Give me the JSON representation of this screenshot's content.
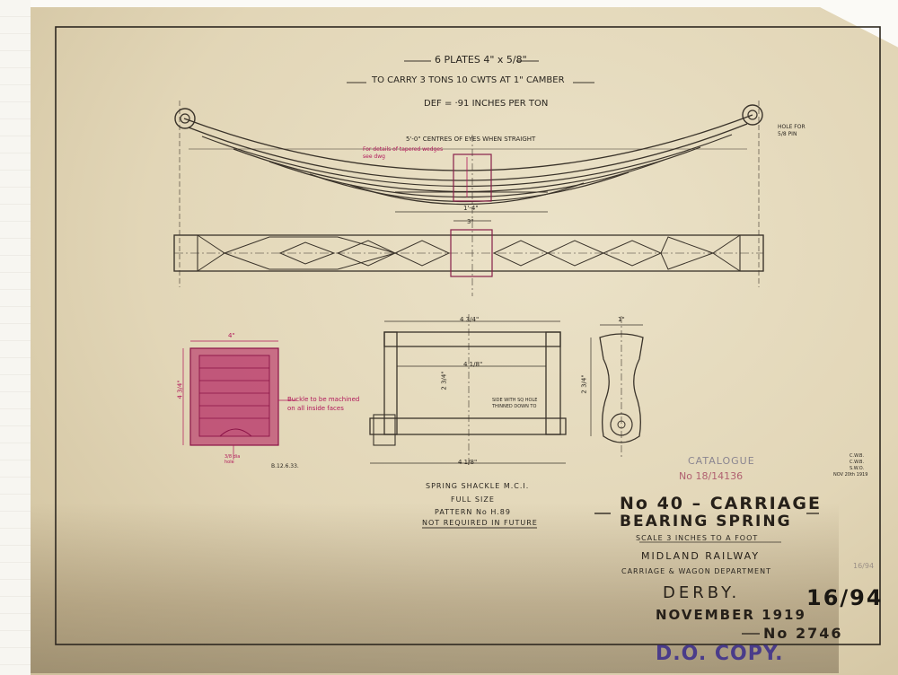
{
  "header": {
    "plates": "6 PLATES  4\" x 5/8\"",
    "carry": "TO CARRY 3 TONS 10 CWTS AT 1\" CAMBER",
    "deflection": "DEF = ·91 INCHES PER TON"
  },
  "spring_notes": {
    "centres": "5'-0\" CENTRES OF EYES WHEN STRAIGHT",
    "tapered_note": "For details of tapered wedges see dwg",
    "hole_note": "HOLE FOR 5/8 PIN",
    "buckle_width": "1'-4\"",
    "buckle_centre": "3\""
  },
  "buckle_section": {
    "note": "Buckle to be machined on all inside faces",
    "width": "4\"",
    "height": "4 3/4\"",
    "hole": "3/8 dia hole",
    "date_mark": "B.12.6.33."
  },
  "shackle": {
    "overall": "4 3/4\"",
    "inner": "4 1/8\"",
    "bottom": "4 1/8\"",
    "height": "2 3/4\"",
    "side_note": "SIDE WITH SQ HOLE THINNED DOWN TO",
    "title": "SPRING SHACKLE M.C.I.",
    "size": "FULL SIZE",
    "pattern": "PATTERN No H.89",
    "not_required": "NOT REQUIRED IN FUTURE"
  },
  "side_view": {
    "top": "1\"",
    "height": "2 3/4\""
  },
  "catalogue": {
    "label": "CATALOGUE",
    "number": "No 18/14136"
  },
  "initials": [
    "C.W.B.",
    "C.W.B.",
    "S.W.O.",
    "NOV 20th 1919"
  ],
  "title_block": {
    "number_title": "No 40 – CARRIAGE",
    "subject": "BEARING SPRING",
    "scale": "SCALE 3 INCHES TO A FOOT",
    "company": "MIDLAND RAILWAY",
    "department": "CARRIAGE & WAGON DEPARTMENT",
    "place": "DERBY.",
    "date": "NOVEMBER 1919",
    "drawing_no": "No 2746",
    "ref": "16/94",
    "pencil_ref": "16/94",
    "copy": "D.O. COPY."
  },
  "colors": {
    "paper": "#e6dcc0",
    "ink": "#2a2620",
    "magenta": "#b0165a",
    "stamp": "#4a3c8a"
  }
}
